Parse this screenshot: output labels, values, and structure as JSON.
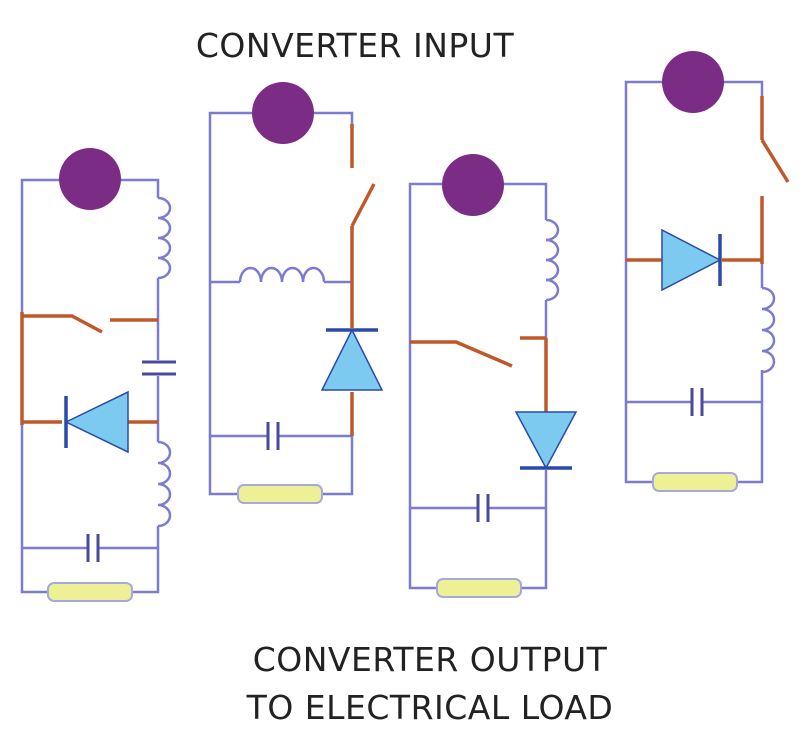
{
  "labels": {
    "input": "CONVERTER INPUT",
    "output_line1": "CONVERTER OUTPUT",
    "output_line2": "TO ELECTRICAL LOAD"
  },
  "colors": {
    "wire": "#7b7bd0",
    "switch": "#c0592a",
    "source": "#7b2d86",
    "diode_fill": "#7ccaf0",
    "diode_bar": "#2a4aa8",
    "load_fill": "#eef095",
    "load_stroke": "#a8a8e0",
    "cap": "#4a4a9a"
  },
  "circuits": [
    {
      "name": "circuit-1"
    },
    {
      "name": "circuit-2"
    },
    {
      "name": "circuit-3"
    },
    {
      "name": "circuit-4"
    }
  ]
}
